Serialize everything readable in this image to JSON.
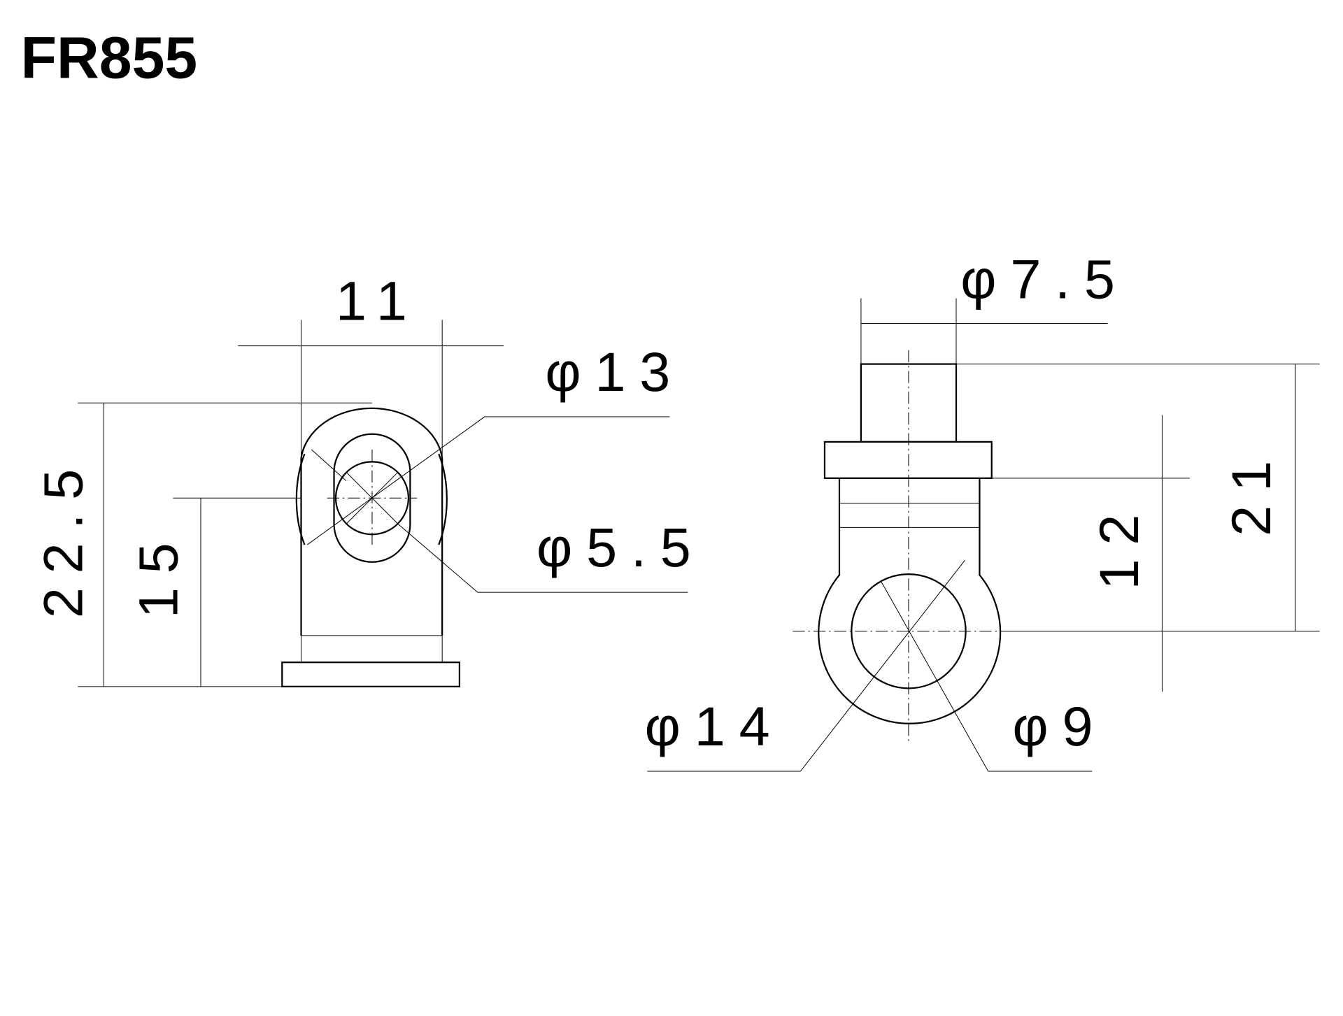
{
  "title": "FR855",
  "left_view": {
    "width_dim": "11",
    "height_total_dim": "22.5",
    "center_height_dim": "15",
    "outer_diameter_dim": "φ13",
    "hole_diameter_dim": "φ5.5"
  },
  "right_view": {
    "shaft_diameter_dim": "φ7.5",
    "total_height_dim": "21",
    "center_height_dim": "12",
    "eye_outer_diameter_dim": "φ14",
    "eye_hole_diameter_dim": "φ9"
  }
}
